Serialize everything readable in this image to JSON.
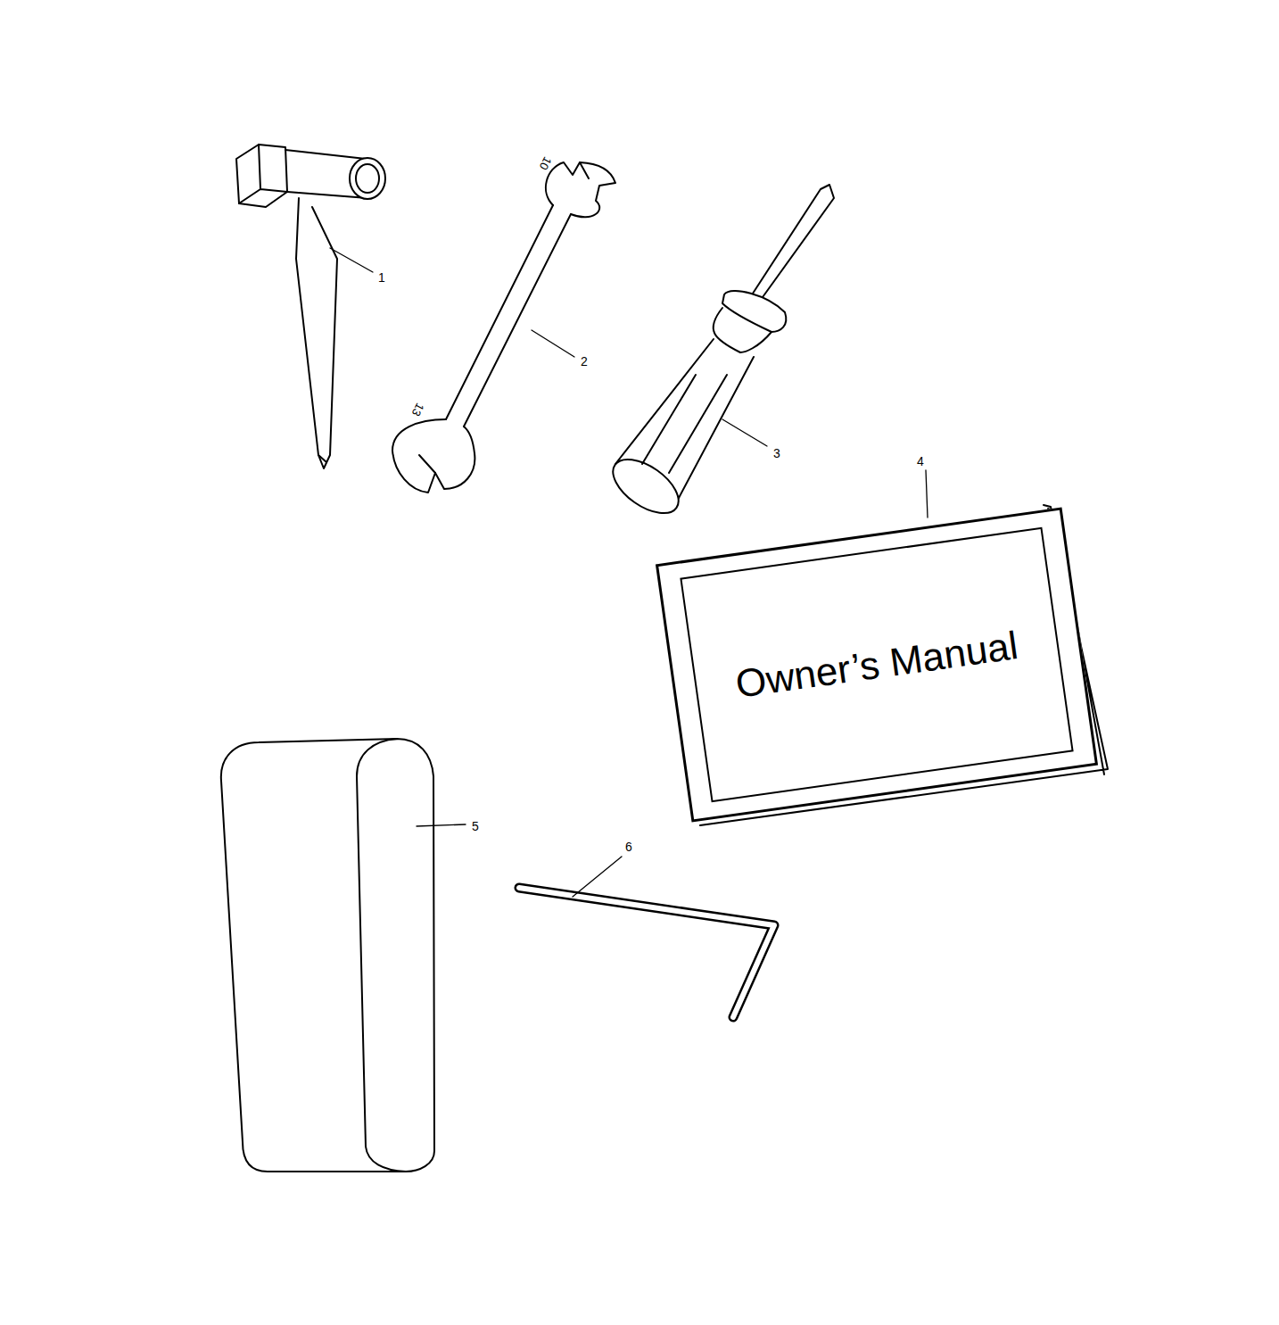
{
  "diagram": {
    "nodes": [
      {
        "text": [
          "Owner’s Manual"
        ]
      }
    ],
    "labels": [
      "1",
      "2",
      "3",
      "4",
      "5",
      "6",
      "10",
      "13"
    ]
  }
}
